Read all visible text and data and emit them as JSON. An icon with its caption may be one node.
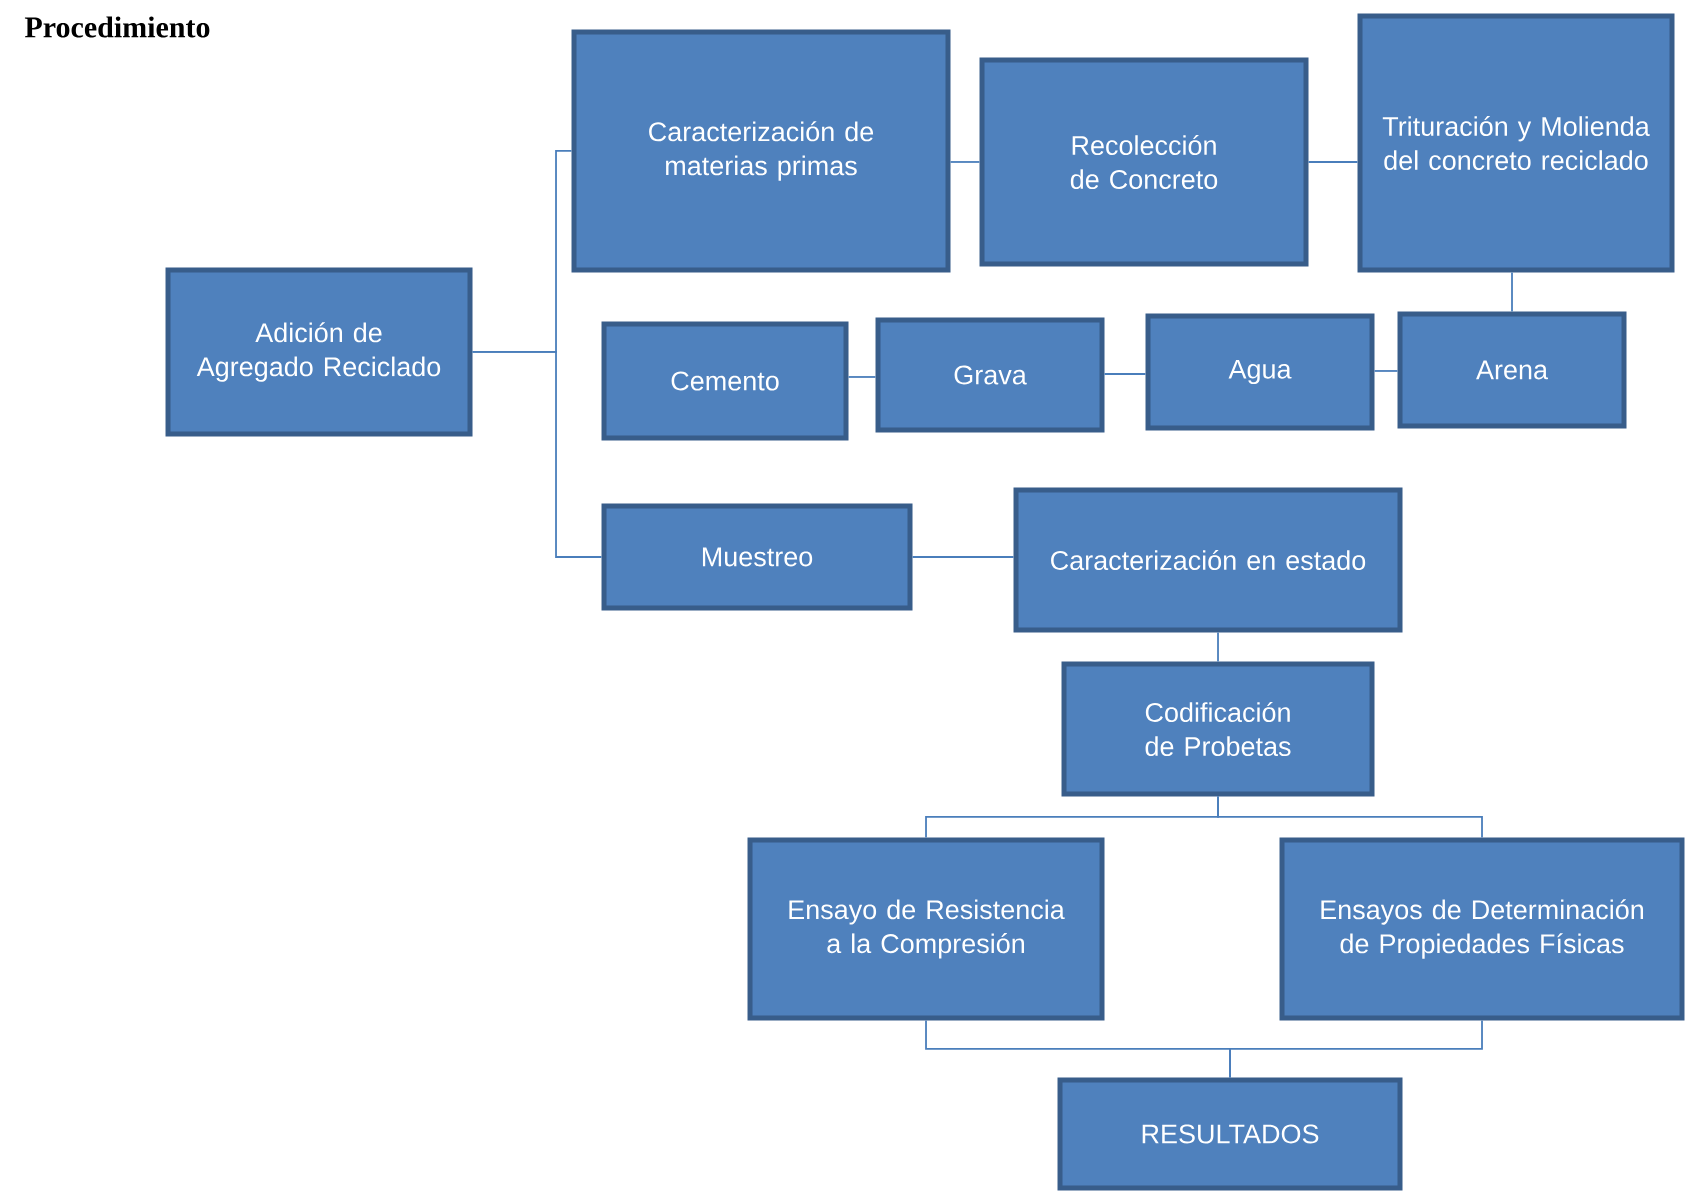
{
  "diagram": {
    "title": "Procedimiento",
    "nodes": [
      {
        "text": [
          "Adición de Agregado Reciclado"
        ]
      },
      {
        "text": [
          "Caracterización de materias primas"
        ]
      },
      {
        "text": [
          "Recolección de Concreto"
        ]
      },
      {
        "text": [
          "Trituración y Molienda del concreto reciclado"
        ]
      },
      {
        "text": [
          "Cemento"
        ]
      },
      {
        "text": [
          "Grava"
        ]
      },
      {
        "text": [
          "Agua"
        ]
      },
      {
        "text": [
          "Arena"
        ]
      },
      {
        "text": [
          "Muestreo"
        ]
      },
      {
        "text": [
          "Caracterización en estado"
        ]
      },
      {
        "text": [
          "Codificación de Probetas"
        ]
      },
      {
        "text": [
          "Ensayo de Resistencia a la Compresión"
        ]
      },
      {
        "text": [
          "Ensayos de Determinación de Propiedades Físicas"
        ]
      },
      {
        "text": [
          "RESULTADOS"
        ]
      }
    ],
    "edges": [
      {
        "from": 0,
        "to": 1,
        "arrow": "none"
      },
      {
        "from": 0,
        "to": 8,
        "arrow": "none"
      },
      {
        "from": 1,
        "to": 2,
        "arrow": "none"
      },
      {
        "from": 2,
        "to": 3,
        "arrow": "none"
      },
      {
        "from": 3,
        "to": 7,
        "arrow": "none"
      },
      {
        "from": 7,
        "to": 6,
        "arrow": "none"
      },
      {
        "from": 6,
        "to": 5,
        "arrow": "none"
      },
      {
        "from": 5,
        "to": 4,
        "arrow": "none"
      },
      {
        "from": 8,
        "to": 9,
        "arrow": "none"
      },
      {
        "from": 9,
        "to": 10,
        "arrow": "none"
      },
      {
        "from": 10,
        "to": 11,
        "arrow": "none"
      },
      {
        "from": 10,
        "to": 12,
        "arrow": "none"
      },
      {
        "from": 11,
        "to": 13,
        "arrow": "none"
      },
      {
        "from": 12,
        "to": 13,
        "arrow": "none"
      }
    ]
  }
}
